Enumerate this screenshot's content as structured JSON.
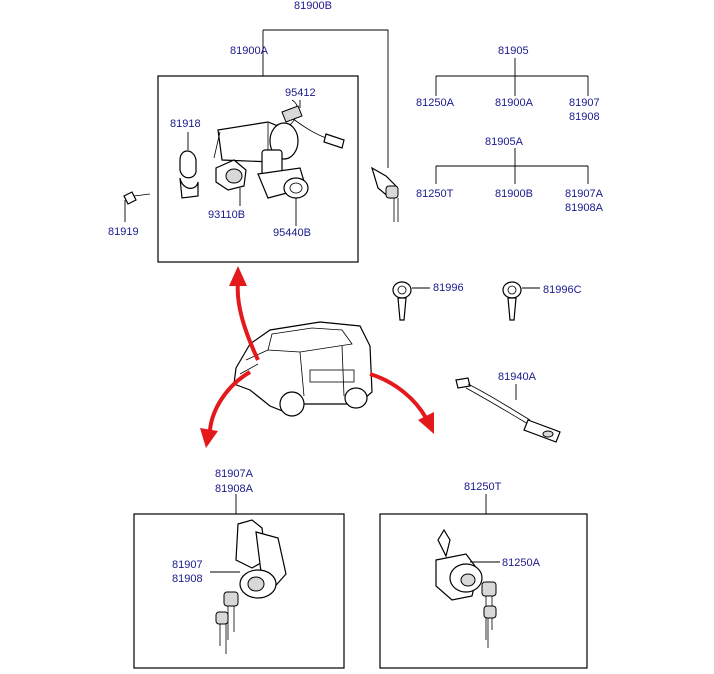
{
  "diagram": {
    "labels": {
      "l_81900B_top": "81900B",
      "l_81900A": "81900A",
      "l_95412": "95412",
      "l_81918": "81918",
      "l_93110B": "93110B",
      "l_95440B": "95440B",
      "l_81919": "81919",
      "l_81905": "81905",
      "l_81250A_r1": "81250A",
      "l_81900A_r1": "81900A",
      "l_81907_r1": "81907",
      "l_81908_r1": "81908",
      "l_81905A": "81905A",
      "l_81250T_r2": "81250T",
      "l_81900B_r2": "81900B",
      "l_81907A_r2": "81907A",
      "l_81908A_r2": "81908A",
      "l_81996": "81996",
      "l_81996C": "81996C",
      "l_81940A": "81940A",
      "l_81907A_bl": "81907A",
      "l_81908A_bl": "81908A",
      "l_81907_bl": "81907",
      "l_81908_bl": "81908",
      "l_81250T_br": "81250T",
      "l_81250A_br": "81250A"
    }
  }
}
